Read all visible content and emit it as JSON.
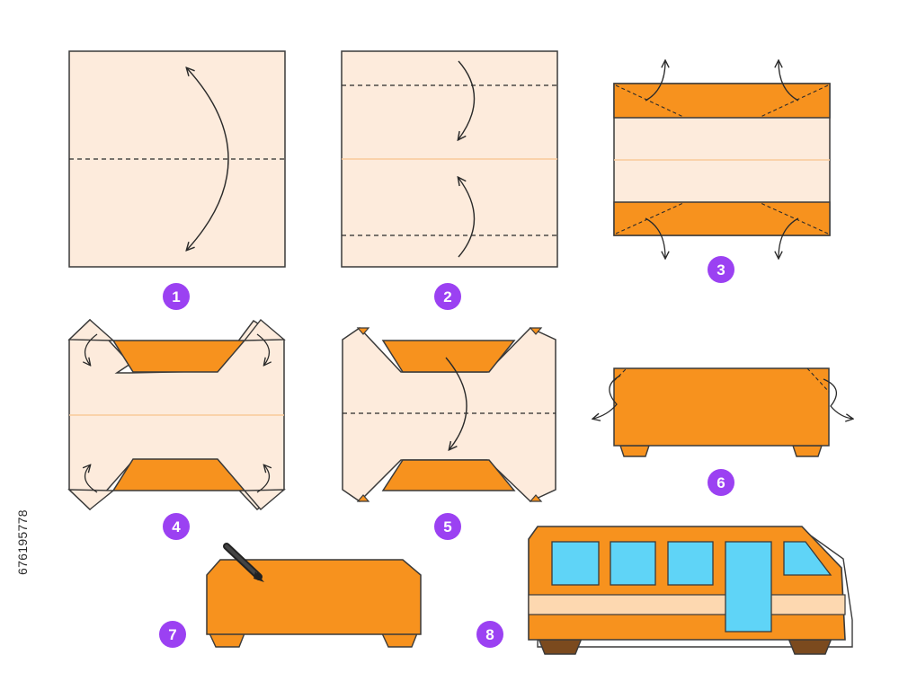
{
  "steps": [
    {
      "number": "1"
    },
    {
      "number": "2"
    },
    {
      "number": "3"
    },
    {
      "number": "4"
    },
    {
      "number": "5"
    },
    {
      "number": "6"
    },
    {
      "number": "7"
    },
    {
      "number": "8"
    }
  ],
  "stock_id": "676195778",
  "colors": {
    "paper": "#fdebdc",
    "orange": "#f7921e",
    "outline": "#3a3a3a",
    "window": "#5fd4f7",
    "stripe": "#fdd8b0",
    "wheel": "#7b4a1e",
    "badge": "#9b41f2",
    "crease": "#f9c99a"
  }
}
